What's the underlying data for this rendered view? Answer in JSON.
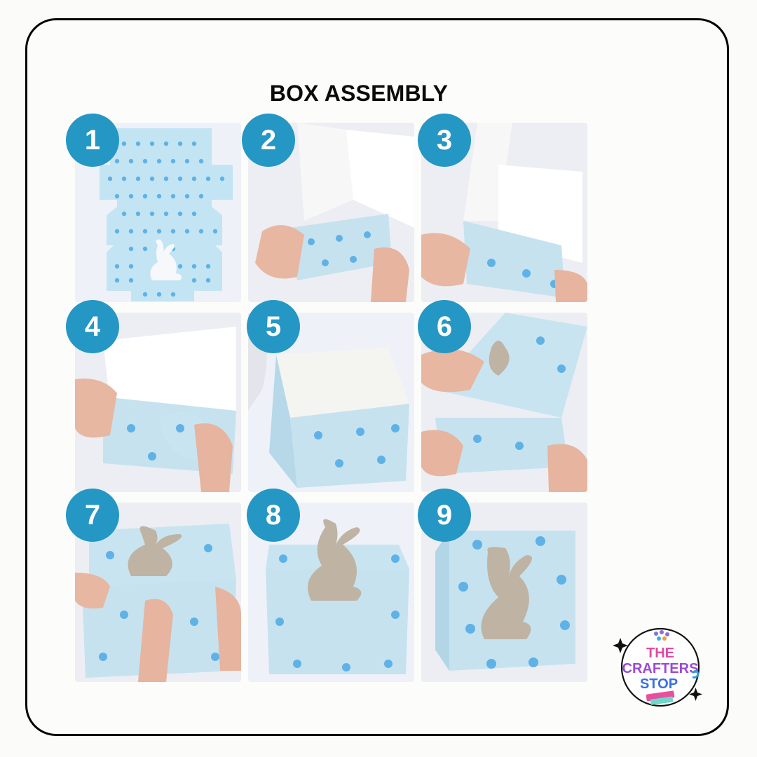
{
  "title": "BOX ASSEMBLY",
  "colors": {
    "badge": "#2497c4",
    "box_blue": "#bfe4f4",
    "dot_blue": "#5fb2e6",
    "bunny_window": "#bfb3a3",
    "frame_border": "#000000",
    "background": "#fcfcfa"
  },
  "steps": [
    {
      "number": "1",
      "image": "flat-box-template-with-bunny-cutout"
    },
    {
      "number": "2",
      "image": "hands-folding-box-base"
    },
    {
      "number": "3",
      "image": "hands-tucking-side-flap"
    },
    {
      "number": "4",
      "image": "hands-folding-end-flap"
    },
    {
      "number": "5",
      "image": "open-box-formed"
    },
    {
      "number": "6",
      "image": "hands-closing-lid"
    },
    {
      "number": "7",
      "image": "hands-tucking-lid-front"
    },
    {
      "number": "8",
      "image": "closed-box-front-view"
    },
    {
      "number": "9",
      "image": "closed-box-angled-view"
    }
  ],
  "logo": {
    "line1": "THE",
    "line2": "CRAFTERS",
    "line3": "STOP"
  }
}
